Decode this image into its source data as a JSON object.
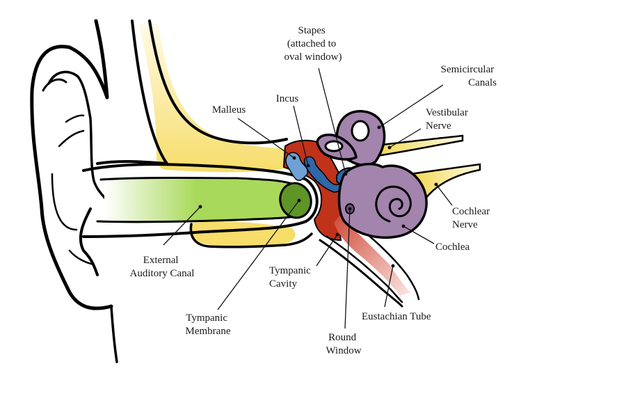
{
  "title": "Anatomy of the Human Ear",
  "colors": {
    "bone": "#f7dd6a",
    "canal": "#a9d95a",
    "membrane": "#5f9427",
    "cavity": "#c0321a",
    "malleus": "#6fa1d6",
    "incus_stapes": "#2f67a8",
    "inner_ear": "#a384ad",
    "nerve": "#f1d64a",
    "eustachian": "#d9605a",
    "outline": "#000000"
  },
  "labels": {
    "stapes": [
      "Stapes",
      "(attached to",
      "oval window)"
    ],
    "semicircular": [
      "Semicircular",
      "Canals"
    ],
    "malleus": [
      "Malleus"
    ],
    "incus": [
      "Incus"
    ],
    "vestibular": [
      "Vestibular",
      "Nerve"
    ],
    "cochlear_nerve": [
      "Cochlear",
      "Nerve"
    ],
    "cochlea": [
      "Cochlea"
    ],
    "external_canal": [
      "External",
      "Auditory Canal"
    ],
    "tympanic_cavity": [
      "Tympanic",
      "Cavity"
    ],
    "tympanic_membrane": [
      "Tympanic",
      "Membrane"
    ],
    "eustachian": [
      "Eustachian Tube"
    ],
    "round_window": [
      "Round",
      "Window"
    ]
  }
}
